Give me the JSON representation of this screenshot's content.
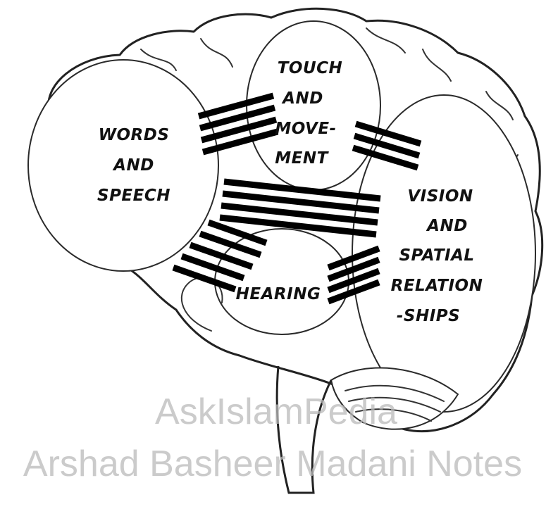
{
  "regions": {
    "words": [
      "WORDS",
      "AND",
      "SPEECH"
    ],
    "touch": [
      "TOUCH",
      "AND",
      "MOVE-",
      "MENT"
    ],
    "vision": [
      "VISION",
      "AND",
      "SPATIAL",
      "RELATION",
      "-SHIPS"
    ],
    "hearing": [
      "HEARING"
    ]
  },
  "watermark": {
    "line1": "AskIslamPedia",
    "line2": "Arshad Basheer Madani Notes"
  },
  "colors": {
    "ink": "#111111",
    "background": "#ffffff",
    "watermark": "#b9b9b9"
  }
}
